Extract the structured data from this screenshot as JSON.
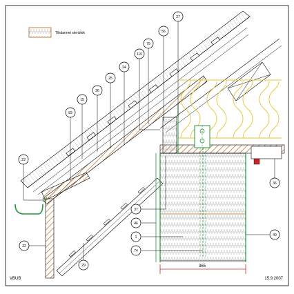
{
  "legend": {
    "label": "Tilsdannet stenblok"
  },
  "footer": {
    "left": "VBUB",
    "right": "15.9.2007"
  },
  "dimension": {
    "value": "365"
  },
  "callouts": {
    "c27": "27",
    "c56": "56",
    "c79": "79",
    "c110": "110",
    "c24": "24",
    "c25a": "25",
    "c26": "26",
    "c15": "15",
    "c83": "83",
    "c23": "23",
    "c22": "22",
    "c29": "29",
    "c37": "37",
    "c46": "46",
    "c1": "1",
    "c74": "74",
    "c36": "36",
    "c40": "40"
  },
  "colors": {
    "line": "#000000",
    "brick": "#b5651d",
    "insulation": "#e8c430",
    "green": "#1f9a3c",
    "red": "#c0262b",
    "concrete_hatch": "#7a7a7a"
  }
}
